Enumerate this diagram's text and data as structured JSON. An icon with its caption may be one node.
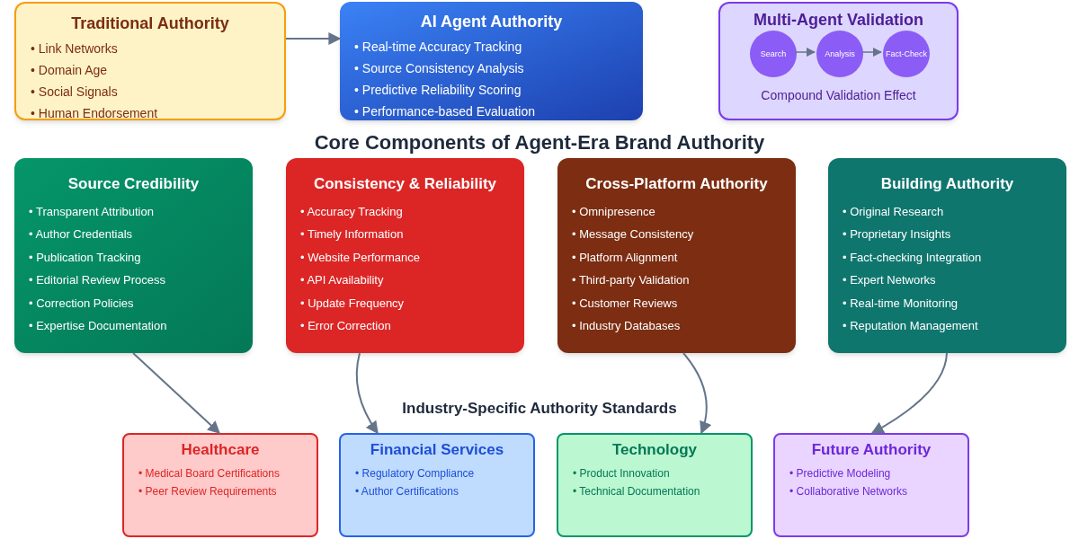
{
  "diagram": {
    "nodes": [
      {
        "text": [
          "Traditional Authority",
          "• Link Networks",
          "• Domain Age",
          "• Social Signals",
          "• Human Endorsement"
        ]
      },
      {
        "text": [
          "AI Agent Authority",
          "• Real-time Accuracy Tracking",
          "• Source Consistency Analysis",
          "• Predictive Reliability Scoring",
          "• Performance-based Evaluation"
        ]
      },
      {
        "text": [
          "Multi-Agent Validation",
          "Compound Validation Effect"
        ]
      },
      {
        "text": [
          "Search"
        ],
        "in": 2
      },
      {
        "text": [
          "Analysis"
        ],
        "in": 2
      },
      {
        "text": [
          "Fact-Check"
        ],
        "in": 2
      },
      {
        "text": [
          "Source Credibility",
          "• Transparent Attribution",
          "• Author Credentials",
          "• Publication Tracking",
          "• Editorial Review Process",
          "• Correction Policies",
          "• Expertise Documentation"
        ]
      },
      {
        "text": [
          "Consistency & Reliability",
          "• Accuracy Tracking",
          "• Timely Information",
          "• Website Performance",
          "• API Availability",
          "• Update Frequency",
          "• Error Correction"
        ]
      },
      {
        "text": [
          "Cross-Platform Authority",
          "• Omnipresence",
          "• Message Consistency",
          "• Platform Alignment",
          "• Third-party Validation",
          "• Customer Reviews",
          "• Industry Databases"
        ]
      },
      {
        "text": [
          "Building Authority",
          "• Original Research",
          "• Proprietary Insights",
          "• Fact-checking Integration",
          "• Expert Networks",
          "• Real-time Monitoring",
          "• Reputation Management"
        ]
      },
      {
        "text": [
          "Healthcare",
          "• Medical Board Certifications",
          "• Peer Review Requirements"
        ]
      },
      {
        "text": [
          "Financial Services",
          "• Regulatory Compliance",
          "• Author Certifications"
        ]
      },
      {
        "text": [
          "Technology",
          "• Product Innovation",
          "• Technical Documentation"
        ]
      },
      {
        "text": [
          "Future Authority",
          "• Predictive Modeling",
          "• Collaborative Networks"
        ]
      }
    ],
    "edges": [
      {
        "from": 0,
        "to": 1,
        "arrow": "to"
      },
      {
        "from": 3,
        "to": 4,
        "arrow": "to"
      },
      {
        "from": 4,
        "to": 5,
        "arrow": "to"
      },
      {
        "from": 6,
        "to": 10,
        "arrow": "to"
      },
      {
        "from": 7,
        "to": 11,
        "arrow": "to"
      },
      {
        "from": 8,
        "to": 12,
        "arrow": "to"
      },
      {
        "from": 9,
        "to": 13,
        "arrow": "to"
      }
    ],
    "labels": [
      "Core Components of Agent-Era Brand Authority",
      "Industry-Specific Authority Standards"
    ]
  }
}
